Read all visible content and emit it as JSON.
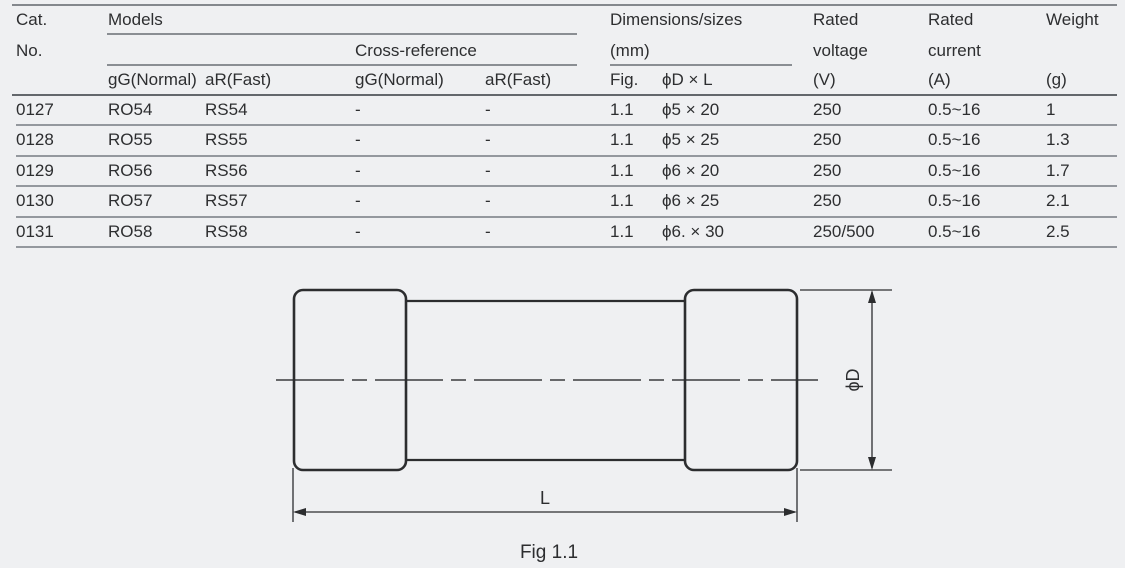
{
  "table": {
    "header": {
      "cat": "Cat.",
      "no": "No.",
      "models": "Models",
      "cross_reference": "Cross-reference",
      "dimensions": "Dimensions/sizes",
      "dimensions_unit": "(mm)",
      "rated_voltage_l1": "Rated",
      "rated_voltage_l2": "voltage",
      "rated_voltage_unit": "(V)",
      "rated_current_l1": "Rated",
      "rated_current_l2": "current",
      "rated_current_unit": "(A)",
      "weight": "Weight",
      "weight_unit": "(g)",
      "sub": {
        "models_gg": "gG(Normal)",
        "models_ar": "aR(Fast)",
        "cross_gg": "gG(Normal)",
        "cross_ar": "aR(Fast)",
        "fig": "Fig.",
        "dxl": "ϕD × L"
      }
    },
    "rows": [
      {
        "cat": "0127",
        "gg": "RO54",
        "ar": "RS54",
        "xgg": "-",
        "xar": "-",
        "fig": "1.1",
        "dxl": "ϕ5 × 20",
        "voltage": "250",
        "current": "0.5~16",
        "weight": "1"
      },
      {
        "cat": "0128",
        "gg": "RO55",
        "ar": "RS55",
        "xgg": "-",
        "xar": "-",
        "fig": "1.1",
        "dxl": "ϕ5 × 25",
        "voltage": "250",
        "current": "0.5~16",
        "weight": "1.3"
      },
      {
        "cat": "0129",
        "gg": "RO56",
        "ar": "RS56",
        "xgg": "-",
        "xar": "-",
        "fig": "1.1",
        "dxl": "ϕ6 × 20",
        "voltage": "250",
        "current": "0.5~16",
        "weight": "1.7"
      },
      {
        "cat": "0130",
        "gg": "RO57",
        "ar": "RS57",
        "xgg": "-",
        "xar": "-",
        "fig": "1.1",
        "dxl": "ϕ6 × 25",
        "voltage": "250",
        "current": "0.5~16",
        "weight": "2.1"
      },
      {
        "cat": "0131",
        "gg": "RO58",
        "ar": "RS58",
        "xgg": "-",
        "xar": "-",
        "fig": "1.1",
        "dxl": "ϕ6. × 30",
        "voltage": "250/500",
        "current": "0.5~16",
        "weight": "2.5"
      }
    ]
  },
  "diagram": {
    "dim_diameter_label": "ϕD",
    "dim_length_label": "L",
    "caption": "Fig 1.1"
  }
}
